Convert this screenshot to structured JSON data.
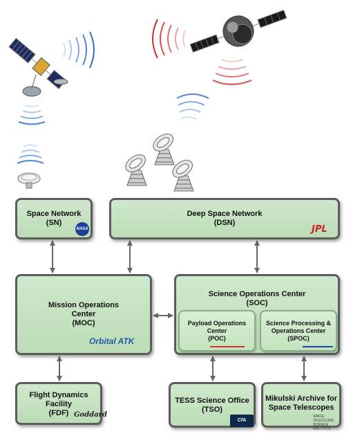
{
  "nodes": {
    "sn": {
      "line1": "Space Network",
      "line2": "(SN)"
    },
    "dsn": {
      "line1": "Deep Space Network",
      "line2": "(DSN)"
    },
    "moc": {
      "line1": "Mission Operations",
      "line2": "Center",
      "line3": "(MOC)"
    },
    "soc": {
      "line1": "Science Operations Center",
      "line2": "(SOC)"
    },
    "poc": {
      "line1": "Payload Operations",
      "line2": "Center",
      "line3": "(POC)"
    },
    "spoc": {
      "line1": "Science Processing &",
      "line2": "Operations Center",
      "line3": "(SPOC)"
    },
    "fdf": {
      "line1": "Flight Dynamics",
      "line2": "Facility",
      "line3": "(FDF)"
    },
    "tso": {
      "line1": "TESS Science Office",
      "line2": "(TSO)"
    },
    "mast": {
      "line1": "Mikulski Archive for",
      "line2": "Space Telescopes"
    }
  },
  "logos": {
    "nasa": "NASA",
    "jpl": "JPL",
    "orbital": "Orbital ATK",
    "goddard_signature": "Goddard",
    "cfa": "CfA",
    "stsci": "SPACE TELESCOPE SCIENCE INSTITUTE"
  },
  "colors": {
    "box_fill": "#c6e2c1",
    "box_border": "#5c5c5c",
    "arrow": "#666666"
  }
}
